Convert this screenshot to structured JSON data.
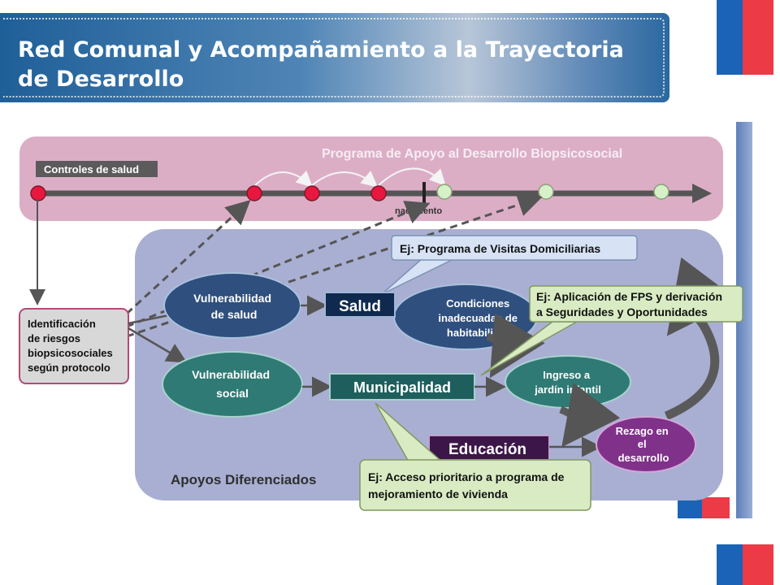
{
  "title": "Red Comunal y Acompañamiento a la Trayectoria de Desarrollo",
  "program_label": "Programa de Apoyo al Desarrollo Biopsicosocial",
  "controles_label": "Controles de salud",
  "nacimiento_label": "nacimiento",
  "identificacion": [
    "Identificación",
    "de riesgos",
    "biopsicosociales",
    "según protocolo"
  ],
  "vuln_salud": [
    "Vulnerabilidad",
    "de salud"
  ],
  "vuln_social": [
    "Vulnerabilidad",
    "social"
  ],
  "salud": "Salud",
  "municipalidad": "Municipalidad",
  "educacion": "Educación",
  "condiciones": [
    "Condiciones",
    "inadecuadas de",
    "habitabilidad"
  ],
  "ingreso": [
    "Ingreso a",
    "jardín infantil"
  ],
  "rezago": [
    "Rezago en",
    "el",
    "desarrollo"
  ],
  "callout_visitas": "Ej: Programa de Visitas Domiciliarias",
  "callout_fps": [
    "Ej: Aplicación de FPS y derivación",
    "a Seguridades y Oportunidades"
  ],
  "callout_acceso": [
    "Ej: Acceso prioritario a programa de",
    "mejoramiento de vivienda"
  ],
  "apoyos_label": "Apoyos Diferenciados",
  "colors": {
    "program_band": "#dcaec6",
    "apoyos_panel": "#a9afd2",
    "dot_red": "#e8173f",
    "dot_green": "#d6f1c8",
    "callout": "#d9ebc3"
  }
}
